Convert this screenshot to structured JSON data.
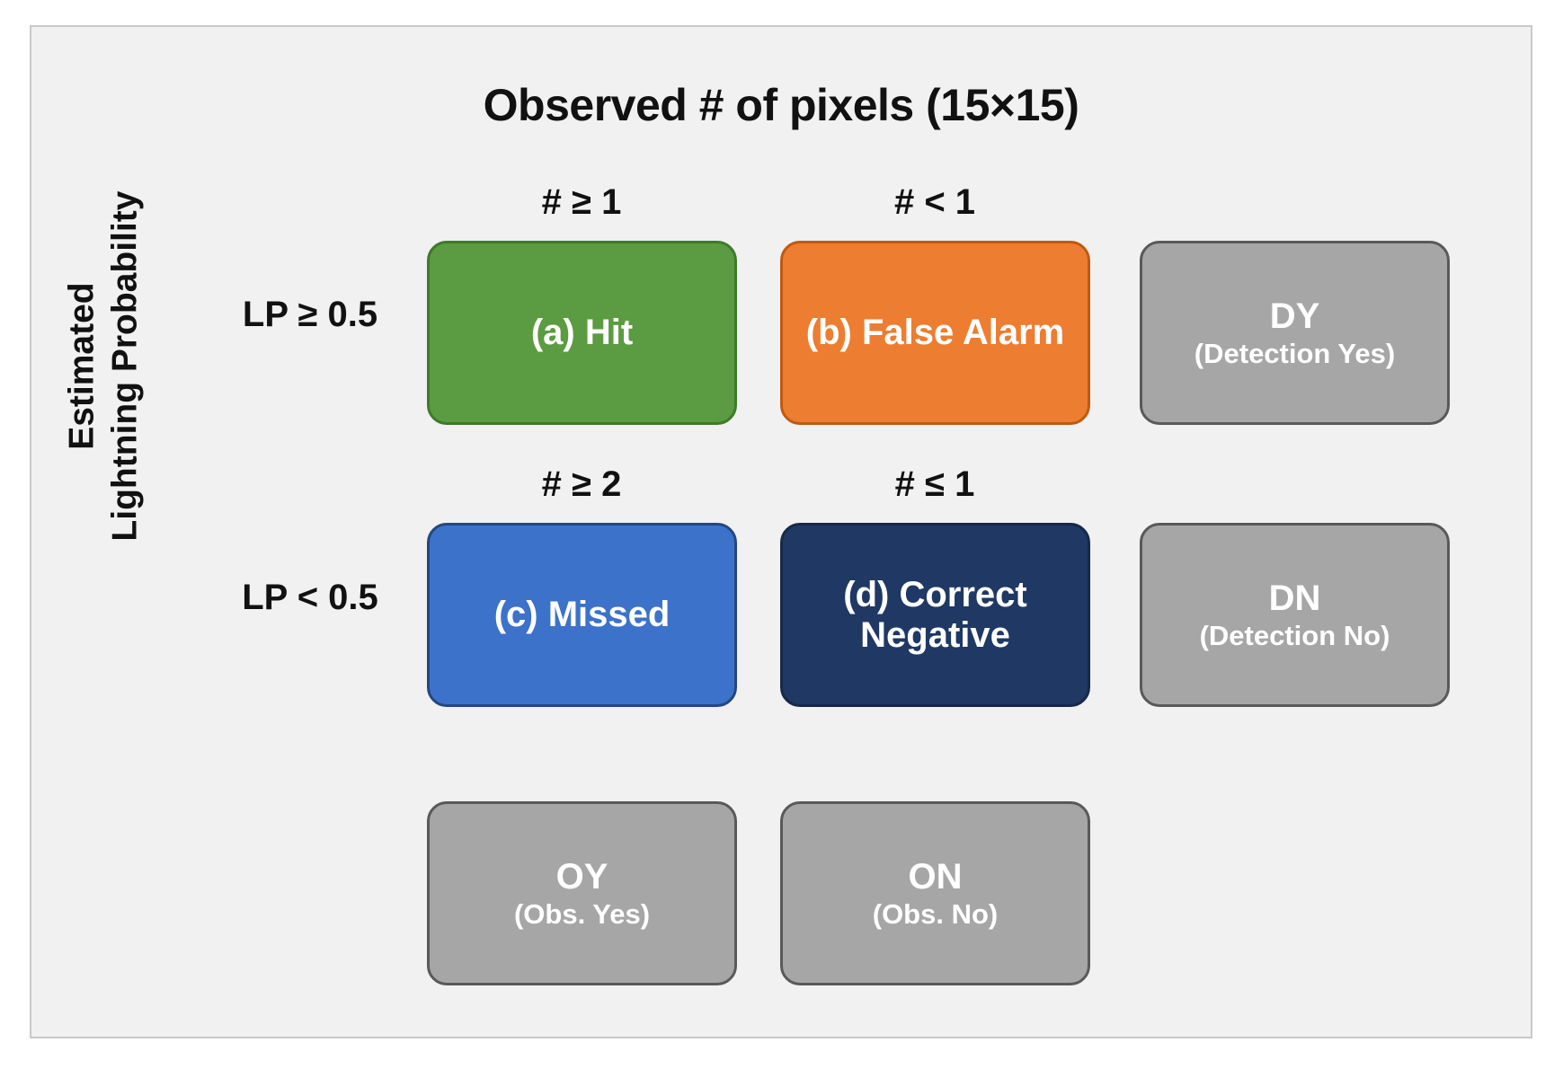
{
  "figure": {
    "title": "Observed # of pixels (15×15)",
    "y_axis_label_line1": "Estimated",
    "y_axis_label_line2": "Lightning Probability",
    "background_color": "#f1f1f1",
    "border_color": "#c9c9c9"
  },
  "row_labels": [
    {
      "text": "LP ≥ 0.5"
    },
    {
      "text": "LP < 0.5"
    }
  ],
  "column_headers": {
    "row1": [
      {
        "text": "# ≥ 1"
      },
      {
        "text": "# < 1"
      }
    ],
    "row2": [
      {
        "text": "# ≥ 2"
      },
      {
        "text": "# ≤ 1"
      }
    ]
  },
  "cells": {
    "hit": {
      "label": "(a)  Hit",
      "color": "#5b9b41",
      "border": "#3f7a2a"
    },
    "false_alarm": {
      "label": "(b)  False Alarm",
      "color": "#ed7d31",
      "border": "#bf5a13"
    },
    "missed": {
      "label": "(c)  Missed",
      "color": "#3c72ca",
      "border": "#23477f"
    },
    "correct_negative": {
      "label": "(d)  Correct Negative",
      "color": "#1f3864",
      "border": "#16294a"
    }
  },
  "summary": {
    "dy": {
      "main": "DY",
      "sub": "(Detection Yes)",
      "color": "#a6a6a6"
    },
    "dn": {
      "main": "DN",
      "sub": "(Detection No)",
      "color": "#a6a6a6"
    },
    "oy": {
      "main": "OY",
      "sub": "(Obs. Yes)",
      "color": "#a6a6a6"
    },
    "on": {
      "main": "ON",
      "sub": "(Obs. No)",
      "color": "#a6a6a6"
    }
  },
  "chart_data": {
    "type": "table",
    "title": "Contingency table: Estimated Lightning Probability vs Observed # of pixels (15×15)",
    "xlabel": "Observed # of pixels (15×15)",
    "ylabel": "Estimated Lightning Probability",
    "row_categories": [
      "LP ≥ 0.5",
      "LP < 0.5"
    ],
    "column_conditions": [
      [
        "# ≥ 1",
        "# < 1"
      ],
      [
        "# ≥ 2",
        "# ≤ 1"
      ]
    ],
    "cells": [
      [
        "(a)  Hit",
        "(b)  False Alarm"
      ],
      [
        "(c)  Missed",
        "(d)  Correct Negative"
      ]
    ],
    "row_margins": [
      "DY (Detection Yes)",
      "DN (Detection No)"
    ],
    "column_margins": [
      "OY (Obs. Yes)",
      "ON (Obs. No)"
    ],
    "legend": []
  }
}
